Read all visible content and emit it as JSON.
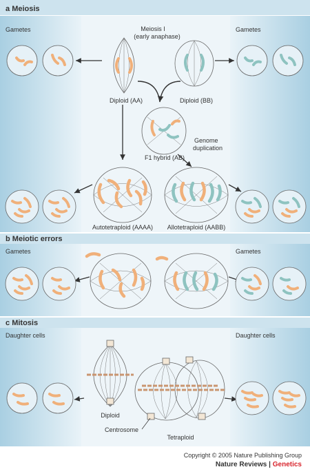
{
  "panels": {
    "a": {
      "letter": "a",
      "title": "Meiosis",
      "left_label": "Gametes",
      "right_label": "Gametes"
    },
    "b": {
      "letter": "b",
      "title": "Meiotic errors",
      "left_label": "Gametes",
      "right_label": "Gametes"
    },
    "c": {
      "letter": "c",
      "title": "Mitosis",
      "left_label": "Daughter cells",
      "right_label": "Daughter cells"
    }
  },
  "labels": {
    "meiosis_line1": "Meiosis I",
    "meiosis_line2": "(early anaphase)",
    "diploid_aa": "Diploid (AA)",
    "diploid_bb": "Diploid (BB)",
    "f1_hybrid": "F1 hybrid (AB)",
    "genome_line1": "Genome",
    "genome_line2": "duplication",
    "autotetraploid": "Autotetraploid (AAAA)",
    "allotetraploid": "Allotetraploid (AABB)",
    "diploid": "Diploid",
    "centrosome": "Centrosome",
    "tetraploid": "Tetraploid"
  },
  "footer": {
    "copyright": "Copyright © 2005 Nature Publishing Group",
    "brand": "Nature Reviews",
    "separator": "|",
    "brand_accent": "Genetics"
  },
  "colors": {
    "panel_blue": "#bcd9e8",
    "panel_blue_light": "#e6f1f7",
    "header_strip": "#cde3ee",
    "chromosome_orange": "#f0b07a",
    "chromosome_teal": "#8ec3c0",
    "accent_red": "#d8262e"
  }
}
